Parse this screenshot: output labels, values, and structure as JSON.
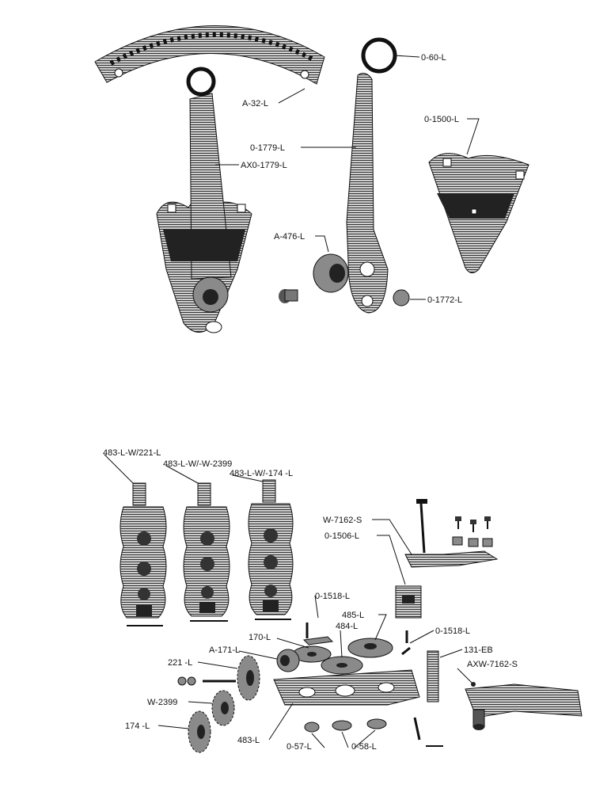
{
  "labels": {
    "o60": "0-60-L",
    "a32": "A-32-L",
    "o1779": "0-1779-L",
    "axo1779": "AX0-1779-L",
    "o1500": "0-1500-L",
    "a476": "A-476-L",
    "o1772": "0-1772-L",
    "l483w221": "483-L-W/221-L",
    "l483w2399": "483-L-W/-W-2399",
    "l483w174": "483-L-W/-174 -L",
    "w7162": "W-7162-S",
    "o1506": "0-1506-L",
    "o1518a": "0-1518-L",
    "l485": "485-L",
    "l484": "484-L",
    "l170": "170-L",
    "o1518b": "0-1518-L",
    "a171": "A-171-L",
    "eb131": "131-EB",
    "l221": "221 -L",
    "axw7162": "AXW-7162-S",
    "w2399": "W-2399",
    "l174": "174 -L",
    "l483": "483-L",
    "o57": "0-57-L",
    "o58": "0-58-L"
  }
}
